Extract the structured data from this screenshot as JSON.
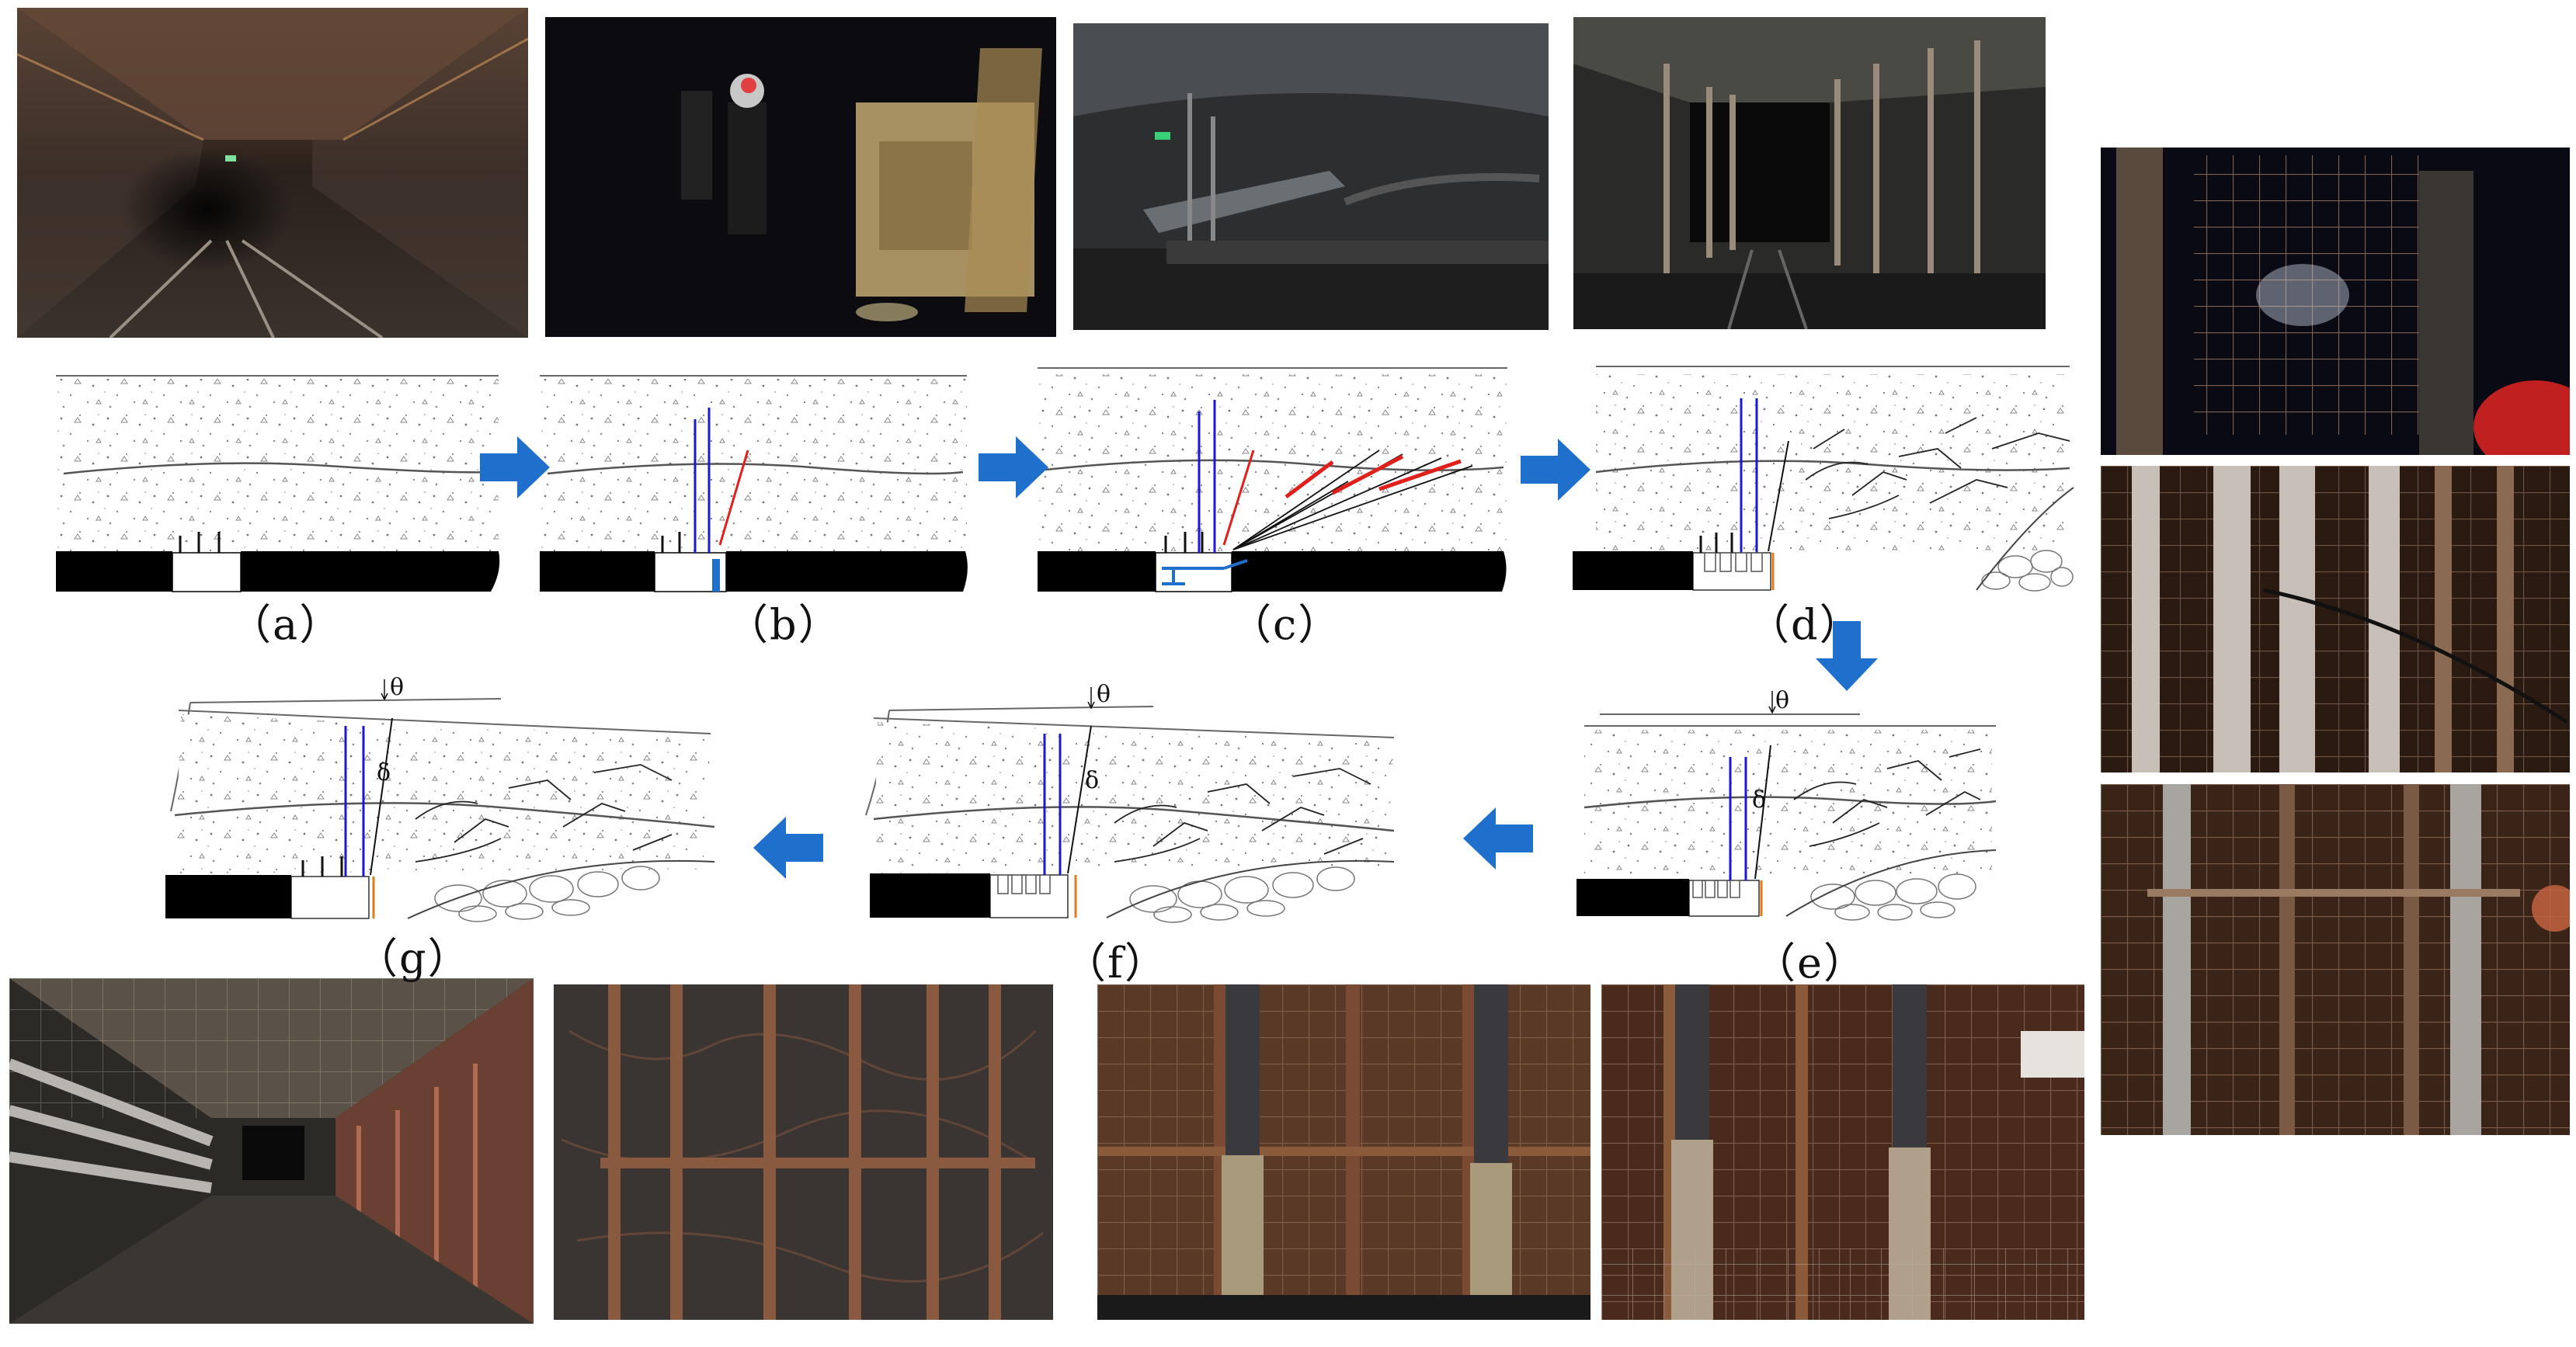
{
  "panels": [
    {
      "id": "a",
      "label": "（a）"
    },
    {
      "id": "b",
      "label": "（b）"
    },
    {
      "id": "c",
      "label": "（c）"
    },
    {
      "id": "d",
      "label": "（d）"
    },
    {
      "id": "e",
      "label": "（e）"
    },
    {
      "id": "f",
      "label": "（f）"
    },
    {
      "id": "g",
      "label": "（g）"
    }
  ],
  "symbols": {
    "theta": "θ",
    "delta": "δ"
  },
  "photos": {
    "top": [
      "roadway-before-mining",
      "drilling-rig-with-miners",
      "cutting-rig-in-roadway",
      "temporary-support-props"
    ],
    "right": [
      "mesh-close-up",
      "hydraulic-props-mesh",
      "props-with-mesh-wall"
    ],
    "bottom": [
      "gob-side-roadway-formed",
      "mesh-wall-with-steel-straps",
      "props-with-mesh-wall-2",
      "props-with-mesh-wall-3"
    ]
  },
  "colors": {
    "arrow": "#1f6fcc",
    "cable": "#1a1acc",
    "cut": "#e0201a",
    "prop": "#e07a1a",
    "coal": "#000000"
  }
}
